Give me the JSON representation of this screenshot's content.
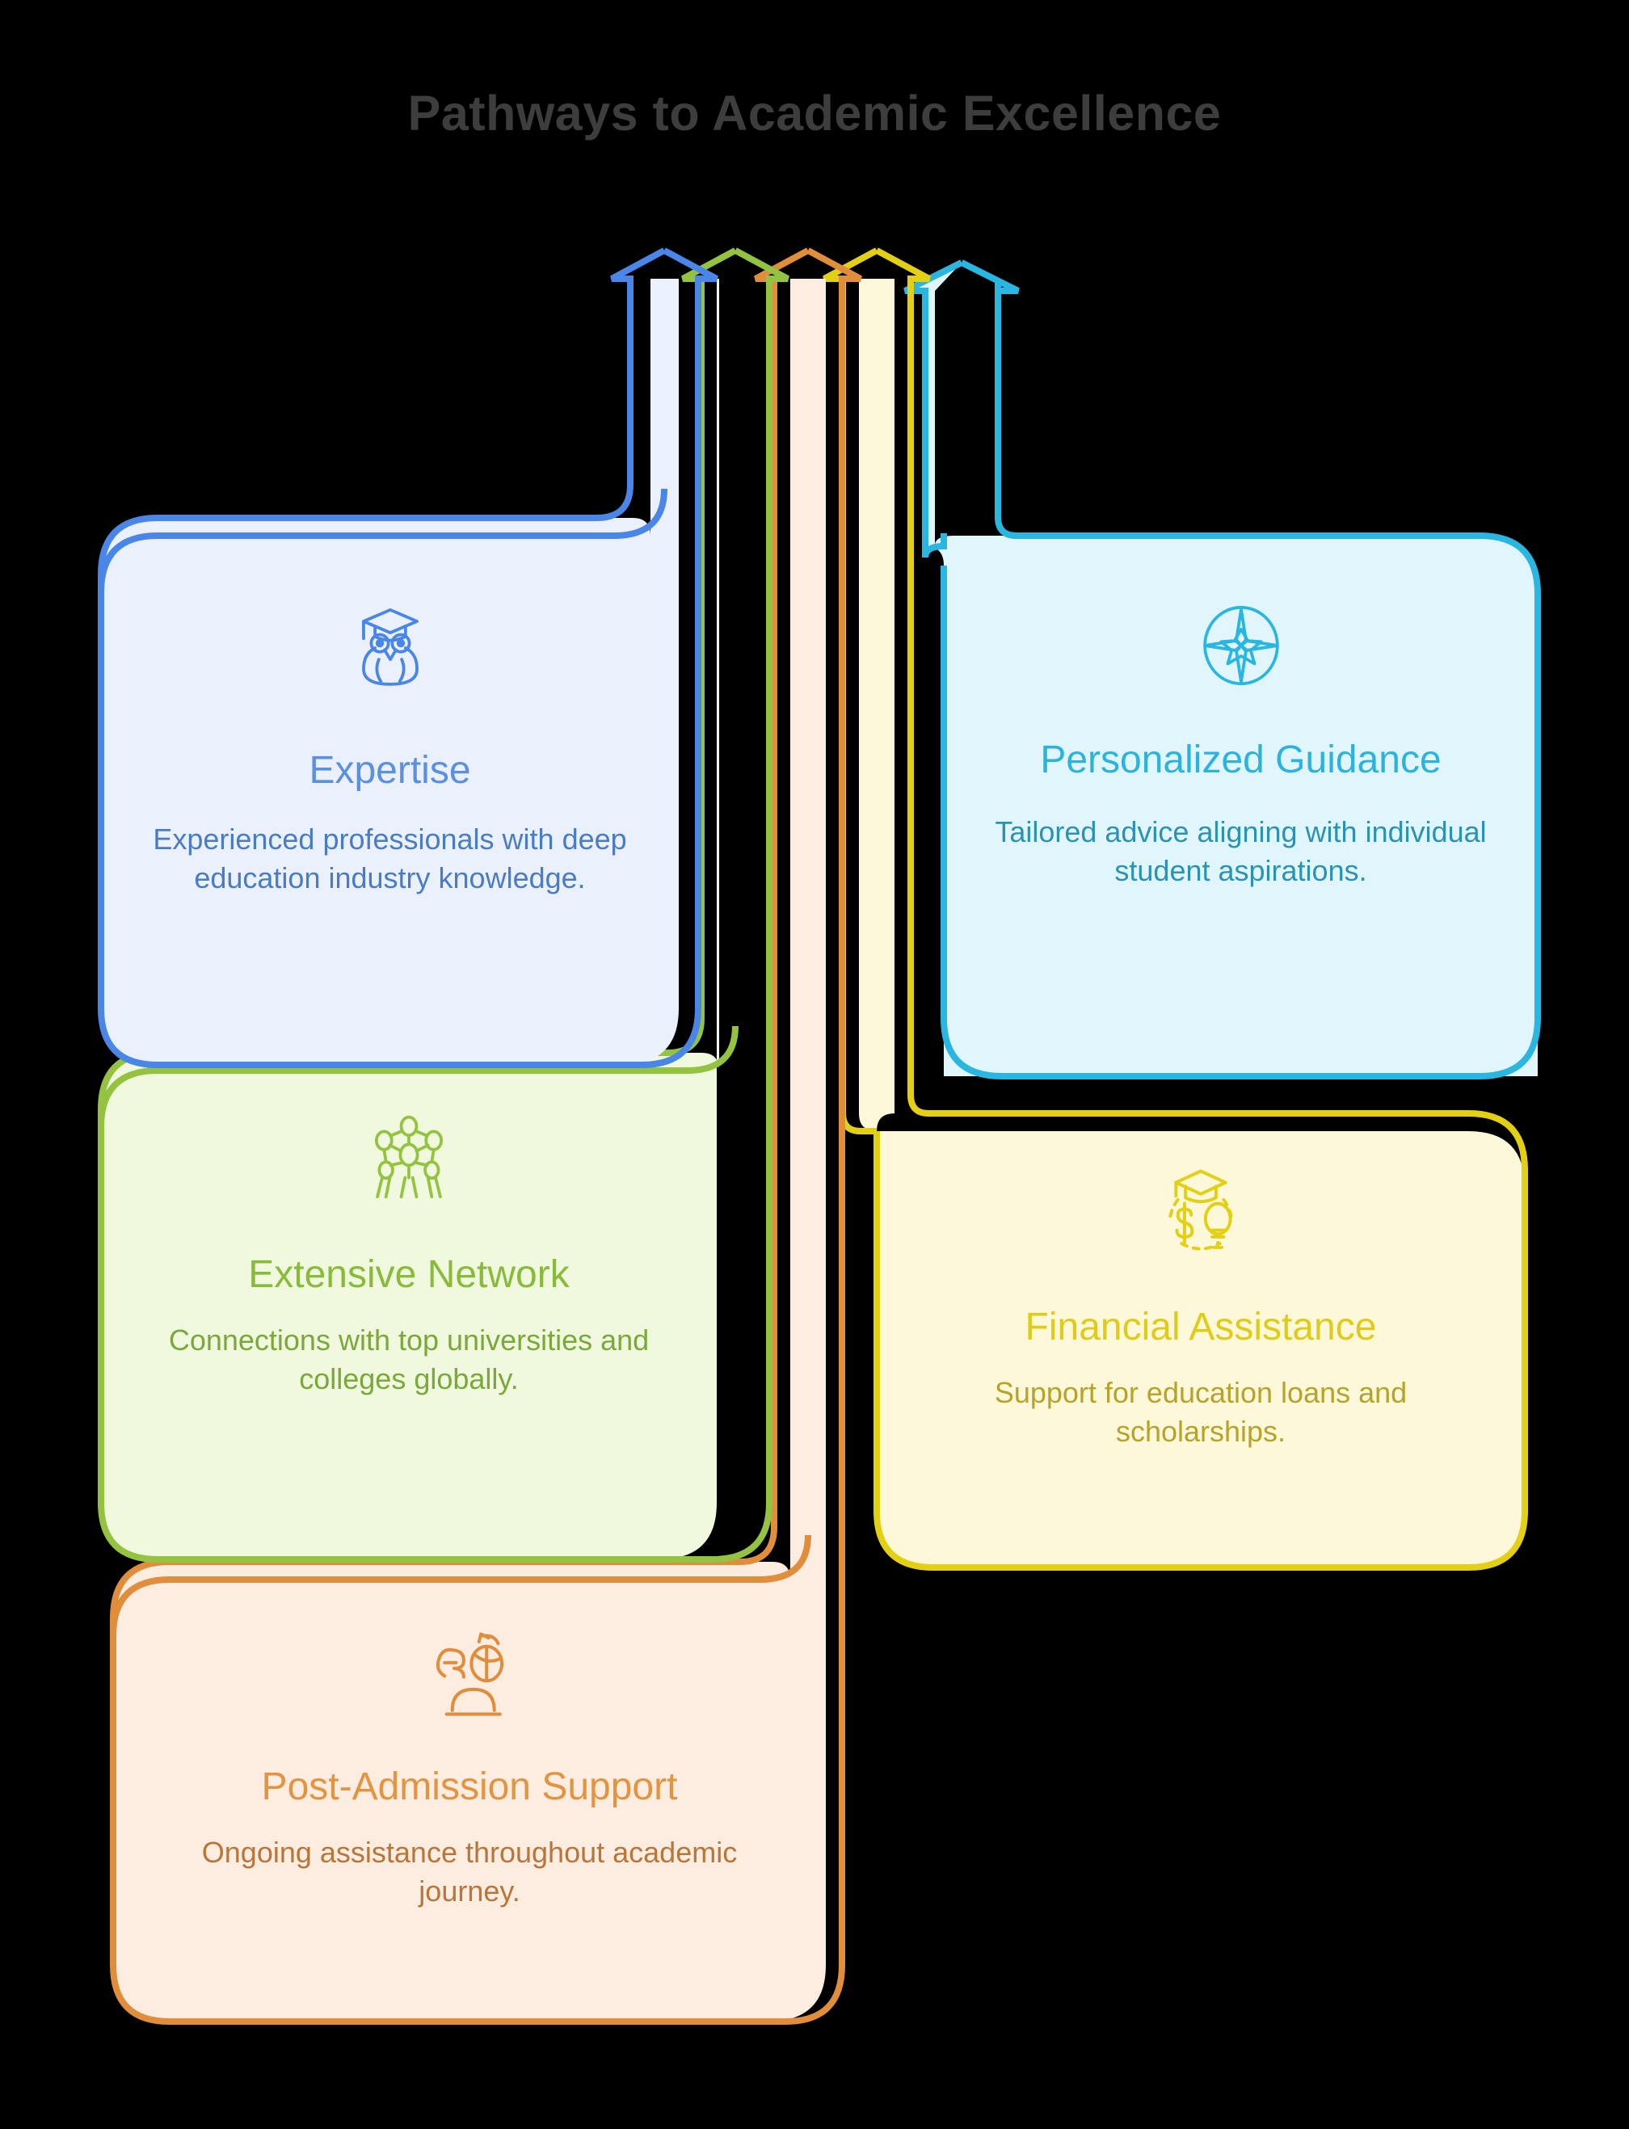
{
  "header": {
    "title": "Pathways to Academic Excellence",
    "title_color": "#3d3d3d"
  },
  "colors": {
    "blue_stroke": "#4a86e8",
    "blue_fill": "#eaf1fd",
    "blue_title": "#5b8fe0",
    "blue_text": "#4a7cc4",
    "green_stroke": "#93c340",
    "green_fill": "#f0f9dd",
    "green_title": "#89bb3b",
    "green_text": "#7ba83a",
    "orange_stroke": "#e08d3c",
    "orange_fill": "#fdece0",
    "orange_title": "#e29441",
    "orange_text": "#b8763a",
    "yellow_stroke": "#e3d014",
    "yellow_fill": "#fdf8da",
    "yellow_title": "#e0cc18",
    "yellow_text": "#b7a327",
    "cyan_stroke": "#29b6e0",
    "cyan_fill": "#e1f6fc",
    "cyan_title": "#2ab3dd",
    "cyan_text": "#2a93b4",
    "background": "#000000"
  },
  "arrows": [
    {
      "name": "arrow-expertise",
      "color": "#4a86e8",
      "fill": "#eaf1fd",
      "direction": "up-left"
    },
    {
      "name": "arrow-network",
      "color": "#93c340",
      "fill": "#f0f9dd",
      "direction": "up-left"
    },
    {
      "name": "arrow-postadm",
      "color": "#e08d3c",
      "fill": "#fdece0",
      "direction": "up-left"
    },
    {
      "name": "arrow-financial",
      "color": "#e3d014",
      "fill": "#fdf8da",
      "direction": "up-right"
    },
    {
      "name": "arrow-guidance",
      "color": "#29b6e0",
      "fill": "#e1f6fc",
      "direction": "up-right"
    }
  ],
  "cards": [
    {
      "id": "expertise",
      "icon": "owl-graduate-icon",
      "title": "Expertise",
      "description": "Experienced professionals with deep education industry knowledge.",
      "accent": "#4a86e8",
      "side": "left"
    },
    {
      "id": "network",
      "icon": "network-nodes-icon",
      "title": "Extensive Network",
      "description": "Connections with top universities and colleges globally.",
      "accent": "#93c340",
      "side": "left"
    },
    {
      "id": "post-admission-support",
      "icon": "student-refresh-icon",
      "title": "Post-Admission Support",
      "description": "Ongoing assistance throughout academic journey.",
      "accent": "#e08d3c",
      "side": "left"
    },
    {
      "id": "personalized-guidance",
      "icon": "compass-star-icon",
      "title": "Personalized Guidance",
      "description": "Tailored advice aligning with individual student aspirations.",
      "accent": "#29b6e0",
      "side": "right"
    },
    {
      "id": "financial-assistance",
      "icon": "scholarship-cap-dollar-bulb-icon",
      "title": "Financial Assistance",
      "description": "Support for education loans and scholarships.",
      "accent": "#e3d014",
      "side": "right"
    }
  ]
}
